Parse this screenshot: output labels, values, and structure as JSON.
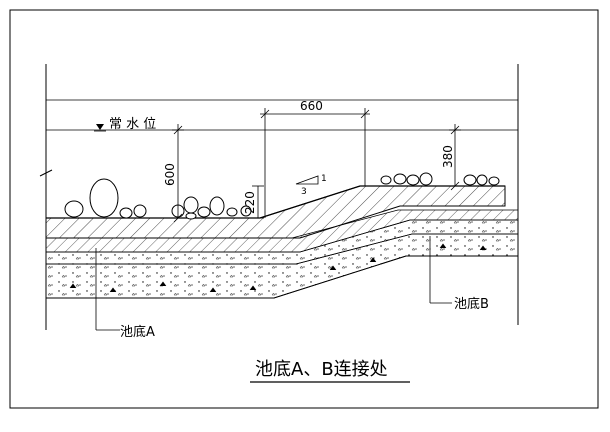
{
  "labels": {
    "water_level": "常 水 位",
    "dim_660": "660",
    "dim_380": "380",
    "dim_600": "600",
    "dim_220": "220",
    "slope_1": "1",
    "slope_3": "3",
    "pool_bottom_a": "池底A",
    "pool_bottom_b": "池底B",
    "title": "池底A、B连接处"
  },
  "colors": {
    "line": "#000000",
    "background": "#ffffff"
  }
}
